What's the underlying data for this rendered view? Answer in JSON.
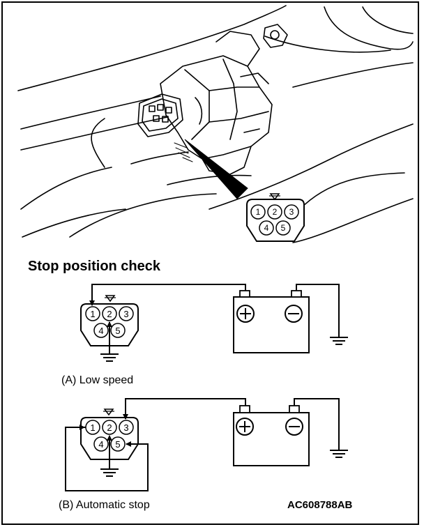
{
  "title": "Stop position check",
  "figure_code": "AC608788AB",
  "connector_pins": [
    "1",
    "2",
    "3",
    "4",
    "5"
  ],
  "scenarios": [
    {
      "label": "(A) Low speed"
    },
    {
      "label": "(B) Automatic stop"
    }
  ],
  "battery_symbols": {
    "positive": "+",
    "negative": "−"
  },
  "colors": {
    "line": "#000000",
    "background": "#ffffff"
  }
}
